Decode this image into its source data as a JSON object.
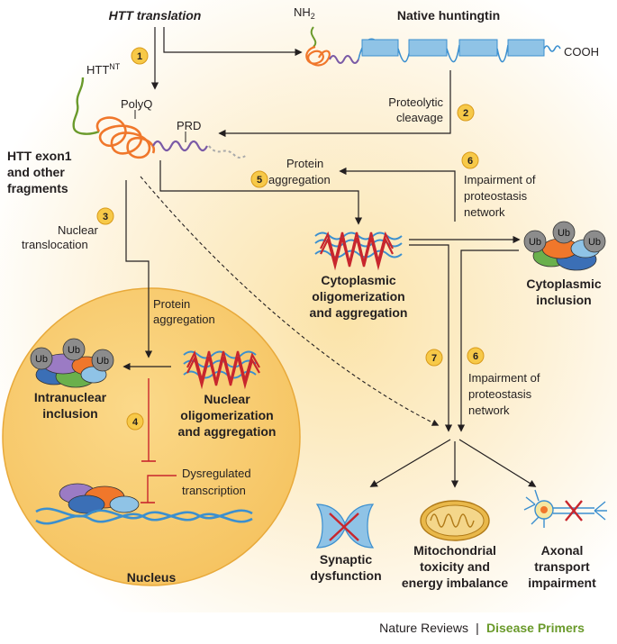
{
  "title": "HTT translation",
  "native": {
    "label": "Native huntingtin",
    "nh2": "NH",
    "nh2_sub": "2",
    "cooh": "COOH"
  },
  "labels": {
    "htt_nt": "HTT",
    "htt_nt_sup": "NT",
    "polyq": "PolyQ",
    "prd": "PRD",
    "fragments_1": "HTT exon1",
    "fragments_2": "and other",
    "fragments_3": "fragments",
    "cleavage_1": "Proteolytic",
    "cleavage_2": "cleavage",
    "aggregation_1": "Protein",
    "aggregation_2": "aggregation",
    "impair_a_1": "Impairment of",
    "impair_a_2": "proteostasis",
    "impair_a_3": "network",
    "nuclear_trans_1": "Nuclear",
    "nuclear_trans_2": "translocation",
    "cyto_olig_1": "Cytoplasmic",
    "cyto_olig_2": "oligomerization",
    "cyto_olig_3": "and aggregation",
    "cyto_incl_1": "Cytoplasmic",
    "cyto_incl_2": "inclusion",
    "nuc_agg_1": "Protein",
    "nuc_agg_2": "aggregation",
    "intra_1": "Intranuclear",
    "intra_2": "inclusion",
    "nuc_olig_1": "Nuclear",
    "nuc_olig_2": "oligomerization",
    "nuc_olig_3": "and aggregation",
    "dysreg_1": "Dysregulated",
    "dysreg_2": "transcription",
    "impair_b_1": "Impairment of",
    "impair_b_2": "proteostasis",
    "impair_b_3": "network",
    "nucleus": "Nucleus",
    "synaptic_1": "Synaptic",
    "synaptic_2": "dysfunction",
    "mito_1": "Mitochondrial",
    "mito_2": "toxicity and",
    "mito_3": "energy imbalance",
    "axonal_1": "Axonal",
    "axonal_2": "transport",
    "axonal_3": "impairment",
    "ub": "Ub"
  },
  "steps": [
    "1",
    "2",
    "3",
    "4",
    "5",
    "6",
    "6",
    "7"
  ],
  "footer": {
    "left": "Nature Reviews",
    "sep": "|",
    "right": "Disease Primers"
  },
  "colors": {
    "accent_green": "#6a9a2b",
    "nucleus_fill": "#f9d37a",
    "step_badge": "#f7c948",
    "polyq_orange": "#f0772b",
    "prd_purple": "#7a5aa6",
    "domain_blue": "#8fc3e6",
    "inhibit_red": "#c8262d"
  }
}
